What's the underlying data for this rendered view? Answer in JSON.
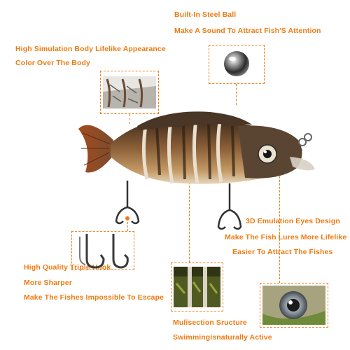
{
  "callouts": {
    "steel_ball": {
      "line1": "Built-In Steel Ball",
      "line2": "Make A Sound To Attract Fish'S Attention"
    },
    "body": {
      "line1": "High Simulation Body Lifelike Appearance",
      "line2": "Color Over The Body"
    },
    "eyes": {
      "line1": "3D Emulation Eyes Design",
      "line2": "Make The Fish Lures More Lifelike",
      "line3": "Easier To Attract The Fishes"
    },
    "hook": {
      "line1": "High Quality Triple Hook",
      "line2": "More Sharper",
      "line3": "Make The Fishes Impossible To Escape"
    },
    "multisection": {
      "line1": "Mulisection Sructure",
      "line2": "Swimmingisnaturally Active"
    }
  },
  "colors": {
    "accent": "#f07a12"
  }
}
